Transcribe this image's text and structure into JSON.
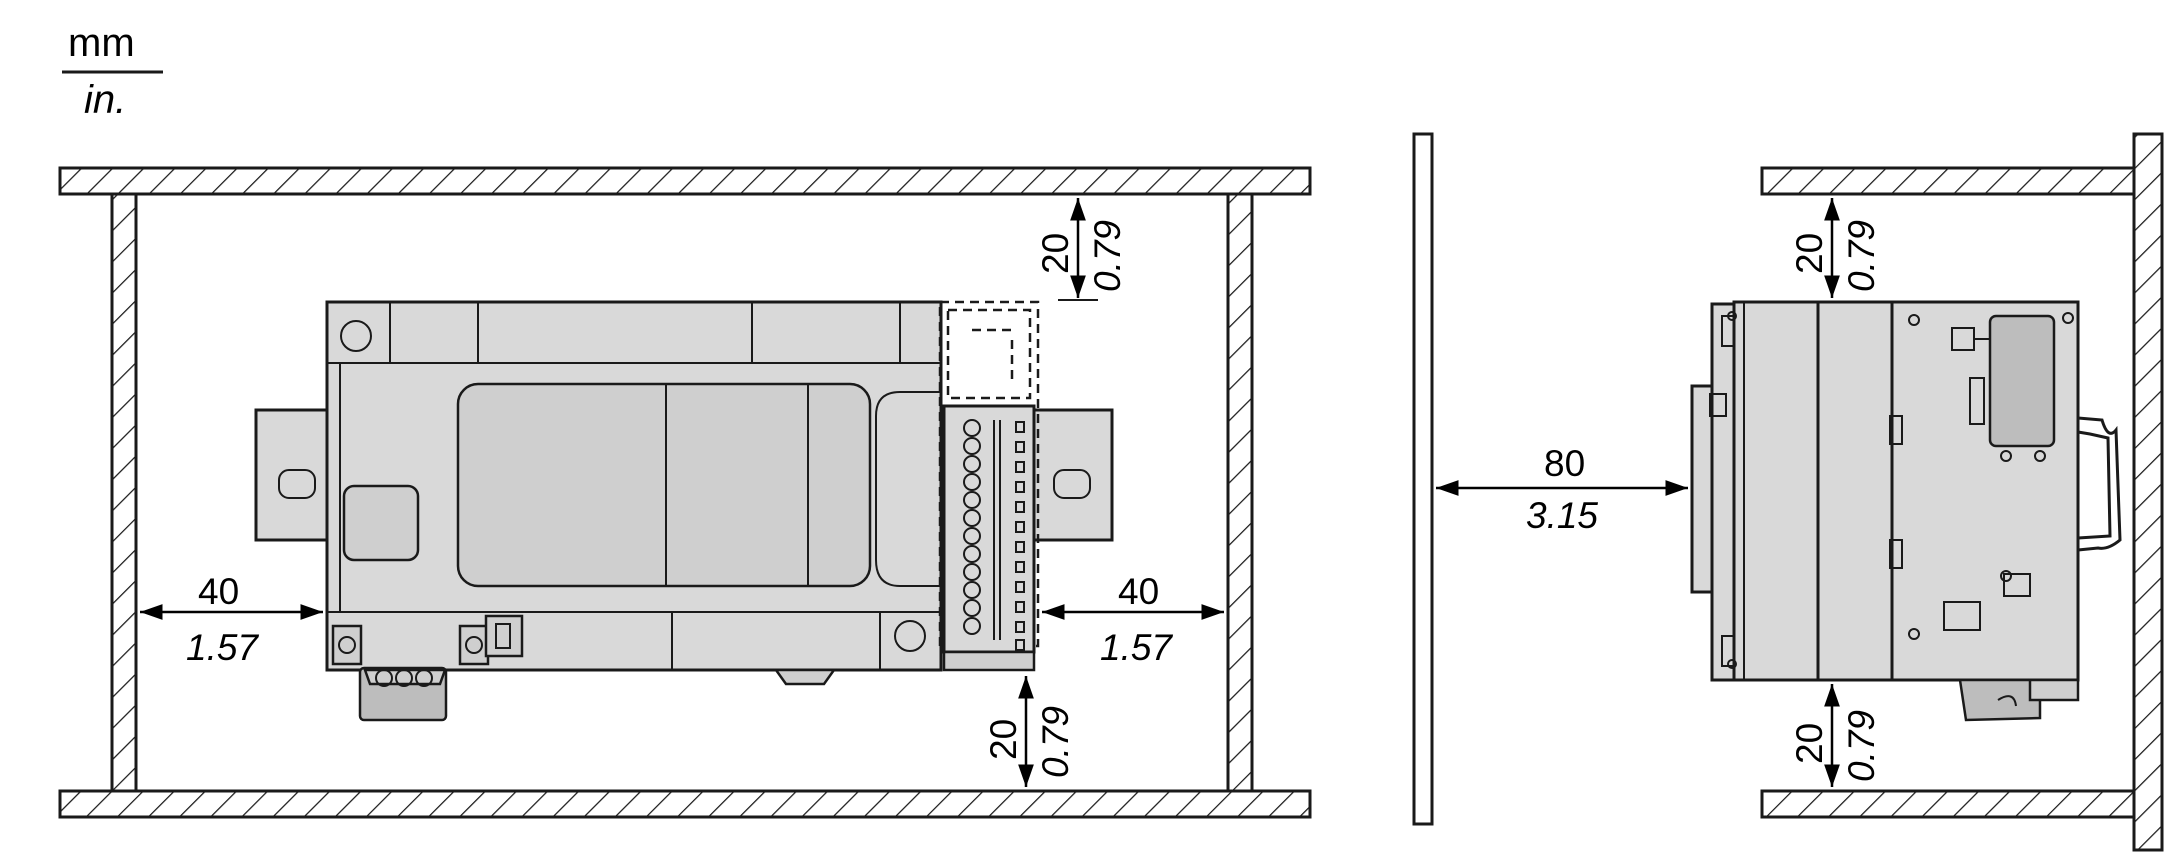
{
  "units": {
    "primary": "mm",
    "secondary": "in."
  },
  "front_view": {
    "left_clearance": {
      "mm": "40",
      "in": "1.57"
    },
    "right_clearance": {
      "mm": "40",
      "in": "1.57"
    },
    "top_clearance": {
      "mm": "20",
      "in": "0.79"
    },
    "bottom_clearance": {
      "mm": "20",
      "in": "0.79"
    }
  },
  "side_view": {
    "rear_clearance": {
      "mm": "80",
      "in": "3.15"
    },
    "top_clearance": {
      "mm": "20",
      "in": "0.79"
    },
    "bottom_clearance": {
      "mm": "20",
      "in": "0.79"
    }
  }
}
